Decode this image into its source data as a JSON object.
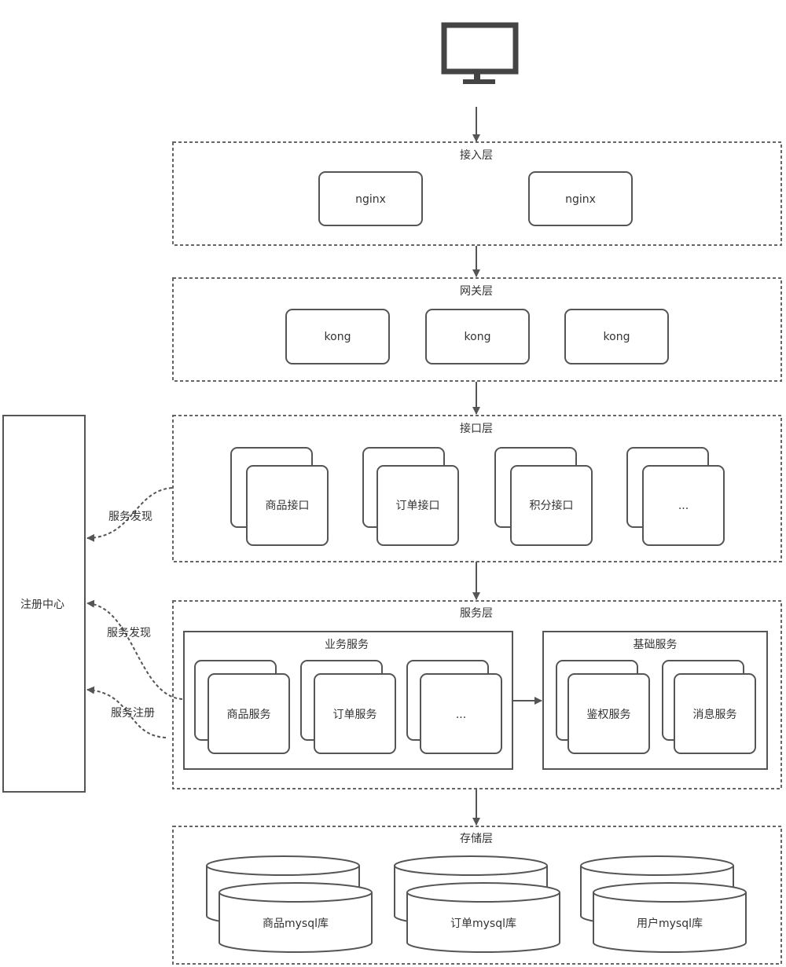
{
  "layers": {
    "access": {
      "title": "接入层",
      "nodes": [
        "nginx",
        "nginx"
      ]
    },
    "gateway": {
      "title": "网关层",
      "nodes": [
        "kong",
        "kong",
        "kong"
      ]
    },
    "interface": {
      "title": "接口层",
      "nodes": [
        "商品接口",
        "订单接口",
        "积分接口",
        "..."
      ]
    },
    "service": {
      "title": "服务层",
      "business": {
        "title": "业务服务",
        "nodes": [
          "商品服务",
          "订单服务",
          "..."
        ]
      },
      "base": {
        "title": "基础服务",
        "nodes": [
          "鉴权服务",
          "消息服务"
        ]
      }
    },
    "storage": {
      "title": "存储层",
      "nodes": [
        "商品mysql库",
        "订单mysql库",
        "用户mysql库"
      ]
    }
  },
  "registry": {
    "title": "注册中心",
    "links": [
      "服务发现",
      "服务发现",
      "服务注册"
    ]
  },
  "icons": {
    "client": "monitor-icon"
  },
  "colors": {
    "stroke": "#555555",
    "text": "#333333"
  }
}
